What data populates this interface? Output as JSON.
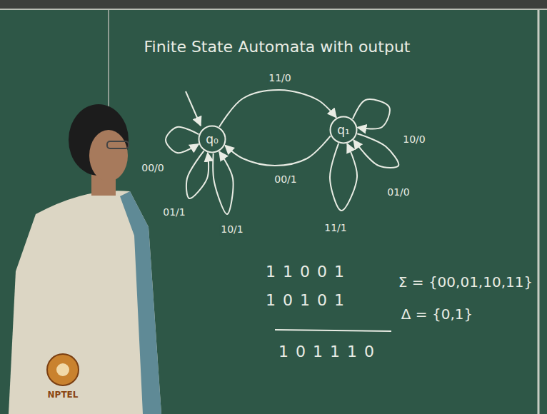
{
  "diagram": {
    "title": "Finite State Automata with output",
    "nodes": [
      {
        "text": [
          "q₀"
        ]
      },
      {
        "text": [
          "q₁"
        ]
      }
    ],
    "edges": [
      {
        "from": 0,
        "to": 1,
        "arrow": "to",
        "label": "11/0"
      },
      {
        "from": 1,
        "to": 0,
        "arrow": "to",
        "label": "00/1"
      },
      {
        "from": 0,
        "to": 0,
        "arrow": "to",
        "label": "00/0"
      },
      {
        "from": 0,
        "to": 0,
        "arrow": "to",
        "label": "01/1"
      },
      {
        "from": 0,
        "to": 0,
        "arrow": "to",
        "label": "10/1"
      },
      {
        "from": 1,
        "to": 1,
        "arrow": "to",
        "label": "10/0"
      },
      {
        "from": 1,
        "to": 1,
        "arrow": "to",
        "label": "01/0"
      },
      {
        "from": 1,
        "to": 1,
        "arrow": "to",
        "label": "11/1"
      }
    ],
    "labels": [
      "11001",
      "10101",
      "101110",
      "Σ = {00,01,10,11}",
      "Δ = {0,1}",
      "NPTEL"
    ]
  }
}
